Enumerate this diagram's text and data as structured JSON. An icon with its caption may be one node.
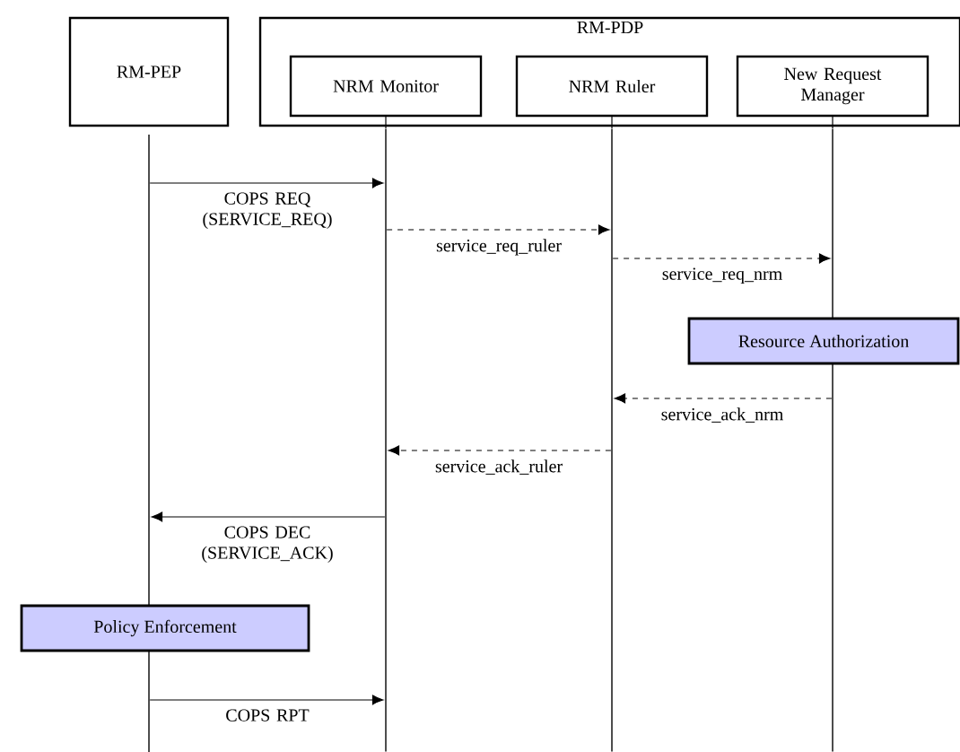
{
  "diagram": {
    "nodes": [
      {
        "text": [
          "RM-PEP"
        ]
      },
      {
        "text": [
          "RM-PDP"
        ]
      },
      {
        "text": [
          "NRM Monitor"
        ],
        "in": 1
      },
      {
        "text": [
          "NRM Ruler"
        ],
        "in": 1
      },
      {
        "text": [
          "New Request Manager"
        ],
        "in": 1
      },
      {
        "text": [
          "Resource Authorization"
        ]
      },
      {
        "text": [
          "Policy Enforcement"
        ]
      },
      {
        "text": [],
        "shape": "line"
      },
      {
        "text": [],
        "shape": "line"
      },
      {
        "text": [],
        "shape": "line"
      },
      {
        "text": [],
        "shape": "line"
      }
    ],
    "edges": [
      {
        "from": 7,
        "to": 8,
        "arrow": "to",
        "label": "COPS REQ (SERVICE_REQ)"
      },
      {
        "from": 8,
        "to": 9,
        "arrow": "to",
        "label": "service_req_ruler",
        "style": "dashed"
      },
      {
        "from": 9,
        "to": 10,
        "arrow": "to",
        "label": "service_req_nrm",
        "style": "dashed"
      },
      {
        "from": 10,
        "to": 9,
        "arrow": "to",
        "label": "service_ack_nrm",
        "style": "dashed"
      },
      {
        "from": 9,
        "to": 8,
        "arrow": "to",
        "label": "service_ack_ruler",
        "style": "dashed"
      },
      {
        "from": 8,
        "to": 7,
        "arrow": "to",
        "label": "COPS DEC (SERVICE_ACK)"
      },
      {
        "from": 7,
        "to": 8,
        "arrow": "to",
        "label": "COPS RPT"
      }
    ]
  }
}
